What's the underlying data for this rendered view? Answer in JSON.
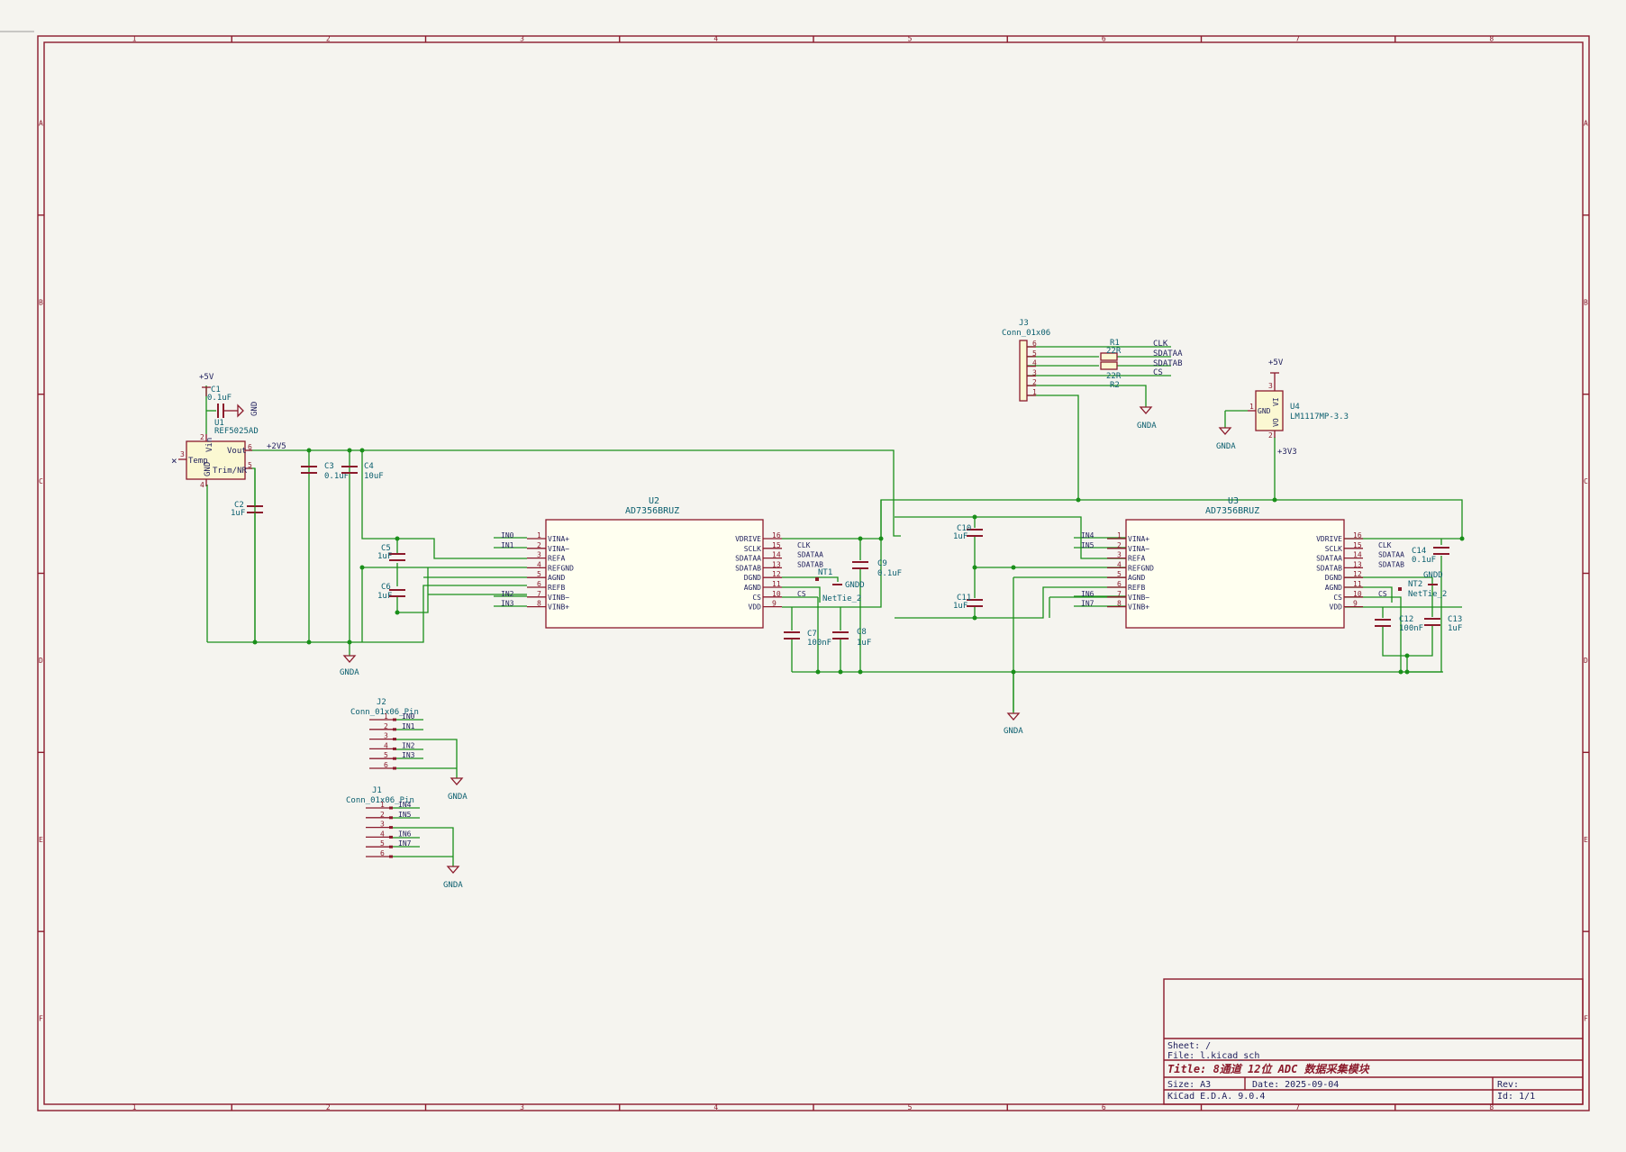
{
  "frame": {
    "columns": [
      "1",
      "2",
      "3",
      "4",
      "5",
      "6",
      "7",
      "8"
    ],
    "rows": [
      "A",
      "B",
      "C",
      "D",
      "E",
      "F"
    ]
  },
  "title_block": {
    "sheet": "Sheet: /",
    "file": "File: l.kicad_sch",
    "title": "Title: 8通道 12位 ADC 数据采集模块",
    "size": "Size: A3",
    "date": "Date: 2025-09-04",
    "rev": "Rev:",
    "tool": "KiCad E.D.A. 9.0.4",
    "id": "Id: 1/1"
  },
  "u1": {
    "ref": "U1",
    "value": "REF5025AD",
    "pin_temp": "Temp",
    "pin_vin": "Vin",
    "pin_gnd": "GND",
    "pin_vout": "Vout",
    "pin_trim": "Trim/NR",
    "pn2": "2",
    "pn3": "3",
    "pn4": "4",
    "pn5": "5",
    "pn6": "6",
    "pwr": "+5V",
    "net_2v5": "+2V5",
    "nc": "×"
  },
  "c1": {
    "ref": "C1",
    "value": "0.1uF",
    "gnd": "GND"
  },
  "c2": {
    "ref": "C2",
    "value": "1uF"
  },
  "c3": {
    "ref": "C3",
    "value": "0.1uF"
  },
  "c4": {
    "ref": "C4",
    "value": "10uF"
  },
  "c5": {
    "ref": "C5",
    "value": "1uF"
  },
  "c6": {
    "ref": "C6",
    "value": "1uF"
  },
  "c7": {
    "ref": "C7",
    "value": "100nF"
  },
  "c8": {
    "ref": "C8",
    "value": "1uF"
  },
  "c9": {
    "ref": "C9",
    "value": "0.1uF"
  },
  "c10": {
    "ref": "C10",
    "value": "1uF"
  },
  "c11": {
    "ref": "C11",
    "value": "1uF"
  },
  "c12": {
    "ref": "C12",
    "value": "100nF"
  },
  "c13": {
    "ref": "C13",
    "value": "1uF"
  },
  "c14": {
    "ref": "C14",
    "value": "0.1uF"
  },
  "gnda_label": "GNDA",
  "gndd_label": "GNDD",
  "u2": {
    "ref": "U2",
    "value": "AD7356BRUZ",
    "left_pins": [
      {
        "num": "1",
        "name": "VINA+",
        "net": "IN0"
      },
      {
        "num": "2",
        "name": "VINA−",
        "net": "IN1"
      },
      {
        "num": "3",
        "name": "REFA",
        "net": ""
      },
      {
        "num": "4",
        "name": "REFGND",
        "net": ""
      },
      {
        "num": "5",
        "name": "AGND",
        "net": ""
      },
      {
        "num": "6",
        "name": "REFB",
        "net": ""
      },
      {
        "num": "7",
        "name": "VINB−",
        "net": "IN2"
      },
      {
        "num": "8",
        "name": "VINB+",
        "net": "IN3"
      }
    ],
    "right_pins": [
      {
        "num": "16",
        "name": "VDRIVE",
        "net": ""
      },
      {
        "num": "15",
        "name": "SCLK",
        "net": "CLK"
      },
      {
        "num": "14",
        "name": "SDATAA",
        "net": "SDATAA"
      },
      {
        "num": "13",
        "name": "SDATAB",
        "net": "SDATAB"
      },
      {
        "num": "12",
        "name": "DGND",
        "net": ""
      },
      {
        "num": "11",
        "name": "AGND",
        "net": ""
      },
      {
        "num": "10",
        "name": "CS",
        "net": "CS"
      },
      {
        "num": "9",
        "name": "VDD",
        "net": ""
      }
    ],
    "nettie_ref": "NT1",
    "nettie_value": "NetTie_2"
  },
  "u3": {
    "ref": "U3",
    "value": "AD7356BRUZ",
    "left_pins": [
      {
        "num": "1",
        "name": "VINA+",
        "net": "IN4"
      },
      {
        "num": "2",
        "name": "VINA−",
        "net": "IN5"
      },
      {
        "num": "3",
        "name": "REFA",
        "net": ""
      },
      {
        "num": "4",
        "name": "REFGND",
        "net": ""
      },
      {
        "num": "5",
        "name": "AGND",
        "net": ""
      },
      {
        "num": "6",
        "name": "REFB",
        "net": ""
      },
      {
        "num": "7",
        "name": "VINB−",
        "net": "IN6"
      },
      {
        "num": "8",
        "name": "VINB+",
        "net": "IN7"
      }
    ],
    "right_pins": [
      {
        "num": "16",
        "name": "VDRIVE",
        "net": ""
      },
      {
        "num": "15",
        "name": "SCLK",
        "net": "CLK"
      },
      {
        "num": "14",
        "name": "SDATAA",
        "net": "SDATAA"
      },
      {
        "num": "13",
        "name": "SDATAB",
        "net": "SDATAB"
      },
      {
        "num": "12",
        "name": "DGND",
        "net": ""
      },
      {
        "num": "11",
        "name": "AGND",
        "net": ""
      },
      {
        "num": "10",
        "name": "CS",
        "net": "CS"
      },
      {
        "num": "9",
        "name": "VDD",
        "net": ""
      }
    ],
    "nettie_ref": "NT2",
    "nettie_value": "NetTie_2"
  },
  "j3": {
    "ref": "J3",
    "value": "Conn_01x06",
    "pins": [
      "6",
      "5",
      "4",
      "3",
      "2",
      "1"
    ],
    "nets": [
      "CLK",
      "SDATAA",
      "SDATAB",
      "CS"
    ],
    "r1_ref": "R1",
    "r1_value": "22R",
    "r2_ref": "R2",
    "r2_value": "22R"
  },
  "u4": {
    "ref": "U4",
    "value": "LM1117MP-3.3",
    "pin_gnd": "GND",
    "pin_vo": "VO",
    "pin_vi": "VI",
    "pn1": "1",
    "pn2": "2",
    "pn3": "3",
    "pwr_in": "+5V",
    "pwr_out": "+3V3"
  },
  "j2": {
    "ref": "J2",
    "value": "Conn_01x06_Pin",
    "pins": [
      "1",
      "2",
      "3",
      "4",
      "5",
      "6"
    ],
    "nets": [
      "IN0",
      "IN1",
      "",
      "IN2",
      "IN3",
      ""
    ]
  },
  "j1": {
    "ref": "J1",
    "value": "Conn_01x06_Pin",
    "pins": [
      "1",
      "2",
      "3",
      "4",
      "5",
      "6"
    ],
    "nets": [
      "IN4",
      "IN5",
      "",
      "IN6",
      "IN7",
      ""
    ]
  }
}
